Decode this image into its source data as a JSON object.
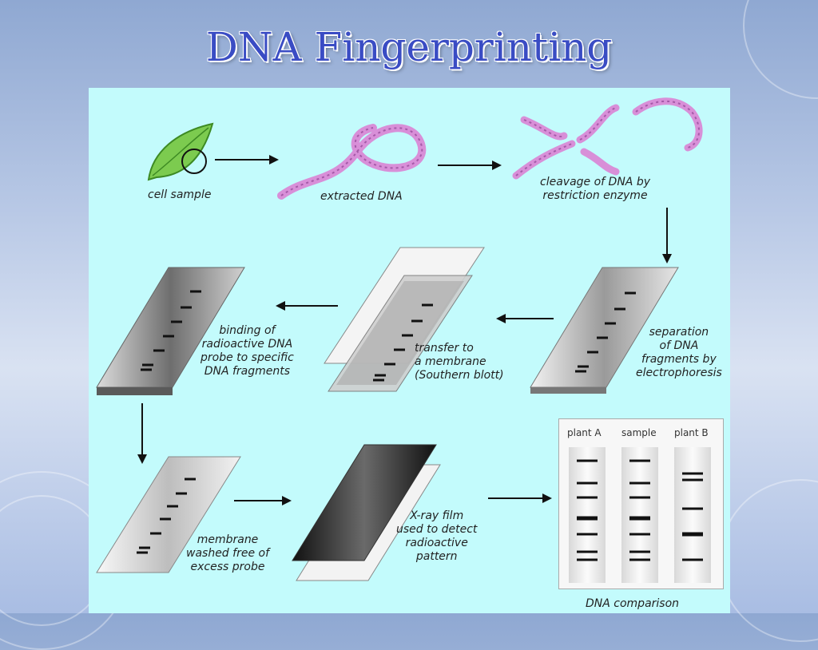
{
  "slide": {
    "title": "DNA Fingerprinting"
  },
  "diagram": {
    "steps": [
      {
        "id": "cell-sample",
        "label": "cell sample"
      },
      {
        "id": "extracted-dna",
        "label": "extracted DNA"
      },
      {
        "id": "cleavage",
        "label": "cleavage of DNA by\nrestriction enzyme"
      },
      {
        "id": "separation",
        "label": "separation\nof DNA\nfragments by\nelectrophoresis"
      },
      {
        "id": "transfer",
        "label": "transfer to\na membrane\n(Southern blott)"
      },
      {
        "id": "binding",
        "label": "binding of\nradioactive DNA\nprobe to specific\nDNA fragments"
      },
      {
        "id": "washed",
        "label": "membrane\nwashed free of\nexcess probe"
      },
      {
        "id": "xray",
        "label": "X-ray film\nused to detect\nradioactive\npattern"
      }
    ],
    "comparison": {
      "lanes": [
        "plant A",
        "sample",
        "plant B"
      ],
      "caption": "DNA comparison"
    }
  },
  "colors": {
    "title": "#3a4cc4",
    "diagram_bg": "#c3fbfc",
    "dna": "#d88fd8",
    "leaf": "#7ccb4f"
  }
}
